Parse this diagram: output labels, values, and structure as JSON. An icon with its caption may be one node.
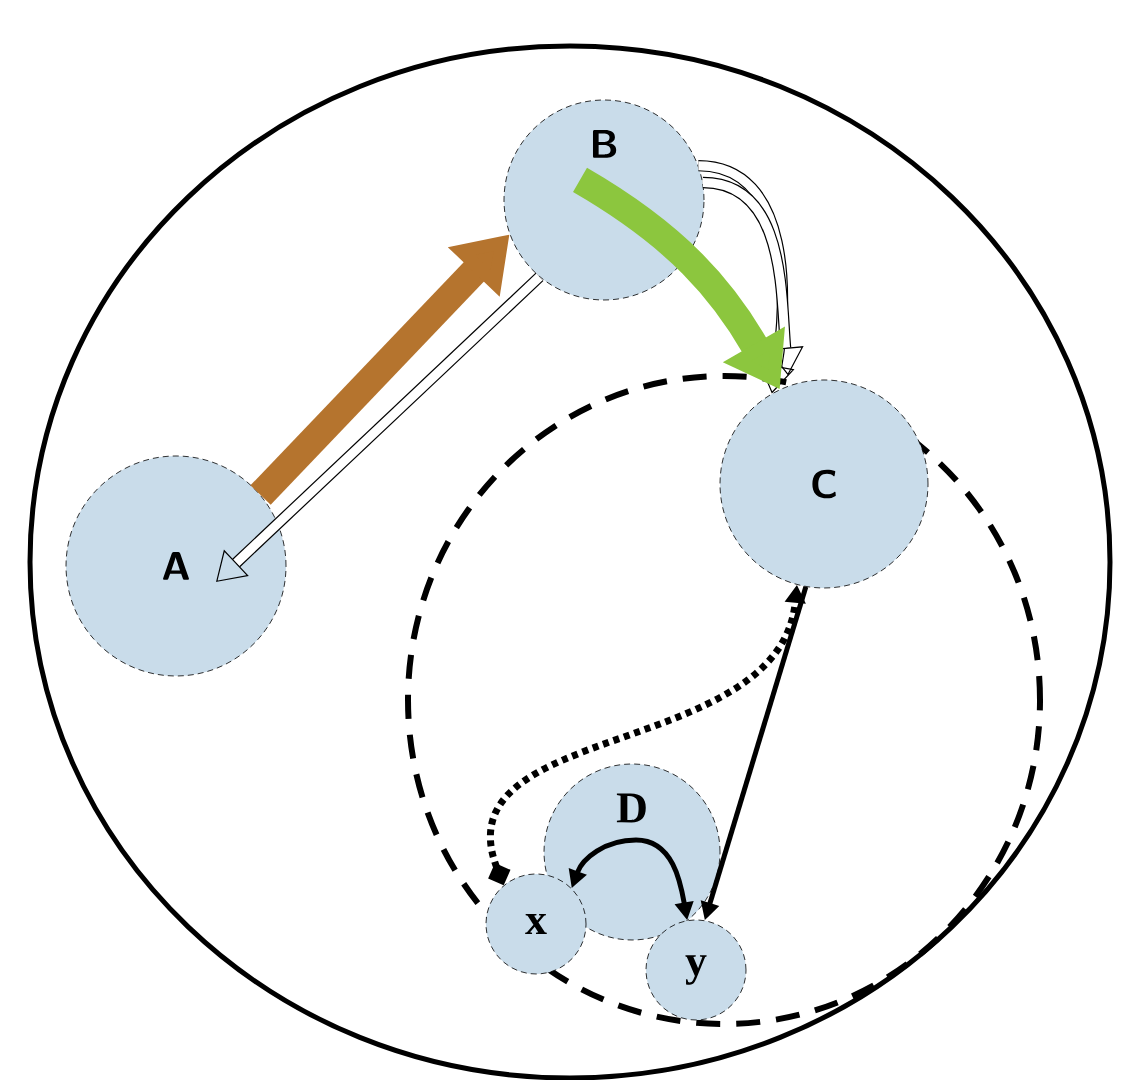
{
  "diagram": {
    "nodes": [
      {
        "text": [],
        "shape": "circle"
      },
      {
        "text": [
          "A"
        ],
        "in": 0
      },
      {
        "text": [
          "B"
        ],
        "in": 0
      },
      {
        "text": [
          "C"
        ],
        "in": 4
      },
      {
        "text": [],
        "shape": "circle",
        "in": 0
      },
      {
        "text": [
          "D"
        ],
        "in": 4
      },
      {
        "text": [
          "x"
        ],
        "in": 4
      },
      {
        "text": [
          "y"
        ],
        "in": 4
      }
    ],
    "edges": [
      {
        "from": 1,
        "to": 2,
        "arrow": "to",
        "style": "thick",
        "color": "#b5742e"
      },
      {
        "from": 2,
        "to": 1,
        "arrow": "to"
      },
      {
        "from": 2,
        "to": 3,
        "arrow": "to"
      },
      {
        "from": 2,
        "to": 3,
        "arrow": "to"
      },
      {
        "from": 2,
        "to": 3,
        "arrow": "to",
        "style": "thick",
        "color": "#8cc63e"
      },
      {
        "from": 6,
        "to": 3,
        "arrow": "to",
        "style": "dashed"
      },
      {
        "from": 3,
        "to": 7,
        "arrow": "to",
        "color": "#000000"
      },
      {
        "from": 5,
        "to": 6,
        "arrow": "to",
        "color": "#000000"
      },
      {
        "from": 5,
        "to": 7,
        "arrow": "to",
        "color": "#000000"
      }
    ]
  }
}
